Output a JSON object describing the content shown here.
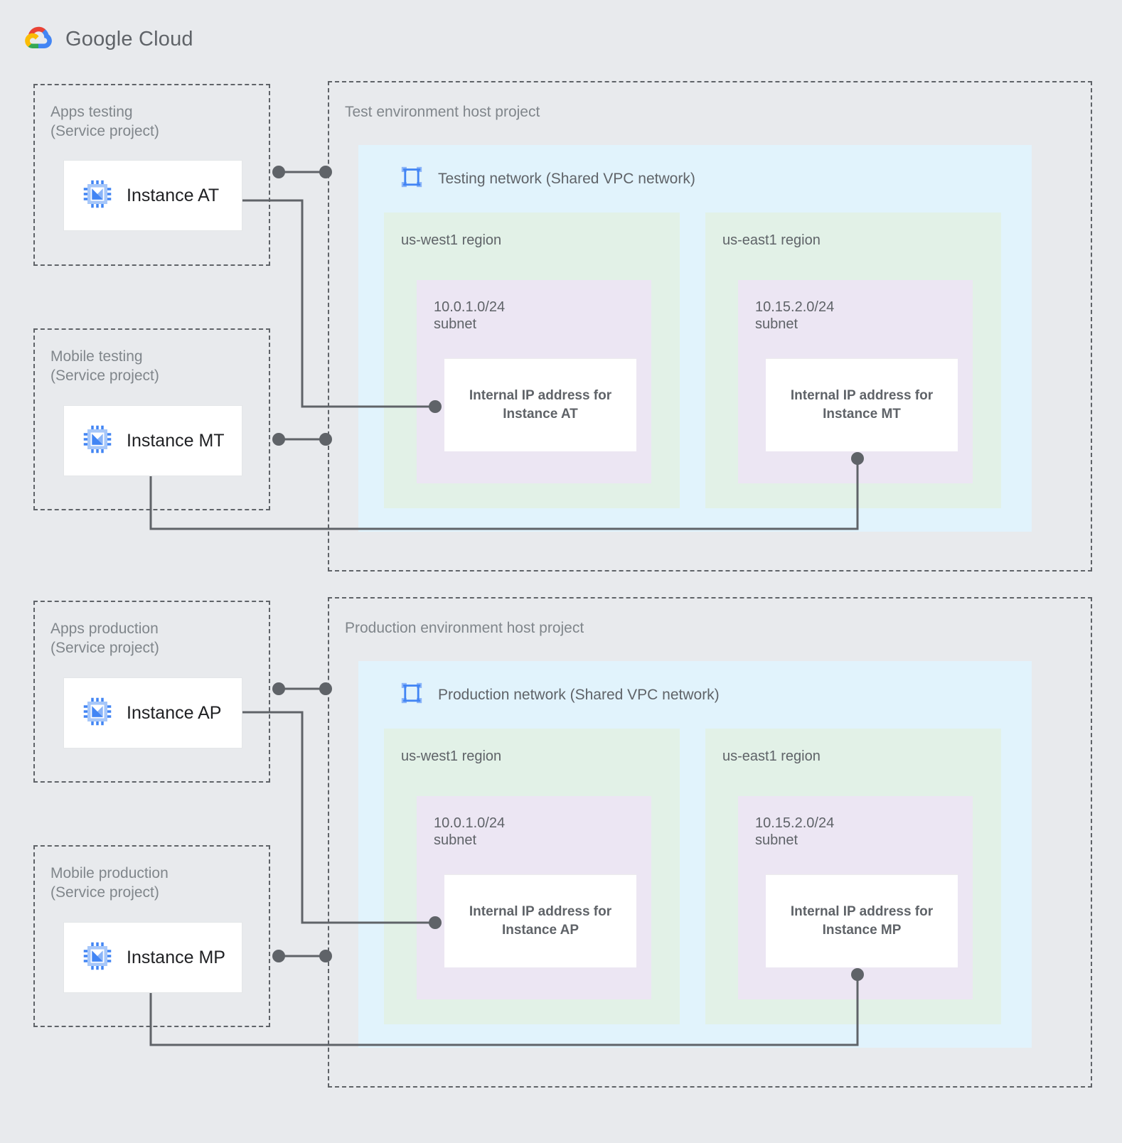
{
  "brand": {
    "logo_icon": "google-cloud-logo-icon",
    "name_part1": "Google",
    "name_part2": "Cloud",
    "colors": {
      "red": "#EA4335",
      "blue": "#4285F4",
      "yellow": "#FBBC05",
      "green": "#34A853",
      "text": "#5F6368",
      "page_background": "#E8EAED",
      "network_fill": "#E1F3FC",
      "region_fill": "#E2F1E7",
      "subnet_fill": "#ECE6F3",
      "card_fill": "#FFFFFF",
      "connector": "#5F6368",
      "vm_icon": "#4285F4"
    }
  },
  "service_projects": [
    {
      "id": "apps-testing",
      "name": "Apps testing",
      "kind": "(Service project)",
      "instance": {
        "label": "Instance AT",
        "icon": "vm-instance-icon"
      }
    },
    {
      "id": "mobile-testing",
      "name": "Mobile testing",
      "kind": "(Service project)",
      "instance": {
        "label": "Instance MT",
        "icon": "vm-instance-icon"
      }
    },
    {
      "id": "apps-production",
      "name": "Apps production",
      "kind": "(Service project)",
      "instance": {
        "label": "Instance AP",
        "icon": "vm-instance-icon"
      }
    },
    {
      "id": "mobile-production",
      "name": "Mobile production",
      "kind": "(Service project)",
      "instance": {
        "label": "Instance MP",
        "icon": "vm-instance-icon"
      }
    }
  ],
  "host_projects": [
    {
      "id": "test-env",
      "title": "Test environment host project",
      "network": {
        "title": "Testing network (Shared VPC network)",
        "icon": "vpc-network-icon",
        "regions": [
          {
            "name": "us-west1 region",
            "subnet": {
              "cidr": "10.0.1.0/24",
              "kind": "subnet",
              "ip_reservation": {
                "line1": "Internal IP address for",
                "line2": "Instance AT"
              }
            }
          },
          {
            "name": "us-east1 region",
            "subnet": {
              "cidr": "10.15.2.0/24",
              "kind": "subnet",
              "ip_reservation": {
                "line1": "Internal IP address for",
                "line2": "Instance MT"
              }
            }
          }
        ]
      }
    },
    {
      "id": "prod-env",
      "title": "Production environment host project",
      "network": {
        "title": "Production network (Shared VPC network)",
        "icon": "vpc-network-icon",
        "regions": [
          {
            "name": "us-west1 region",
            "subnet": {
              "cidr": "10.0.1.0/24",
              "kind": "subnet",
              "ip_reservation": {
                "line1": "Internal IP address for",
                "line2": "Instance AP"
              }
            }
          },
          {
            "name": "us-east1 region",
            "subnet": {
              "cidr": "10.15.2.0/24",
              "kind": "subnet",
              "ip_reservation": {
                "line1": "Internal IP address for",
                "line2": "Instance MP"
              }
            }
          }
        ]
      }
    }
  ],
  "connectors": [
    {
      "id": "at-attach",
      "from": "apps-testing",
      "to": "test-env-boundary"
    },
    {
      "id": "at-to-ip",
      "from": "Instance AT",
      "to": "Internal IP address for Instance AT"
    },
    {
      "id": "mt-attach",
      "from": "mobile-testing",
      "to": "test-env-boundary"
    },
    {
      "id": "mt-to-ip",
      "from": "Instance MT",
      "to": "Internal IP address for Instance MT"
    },
    {
      "id": "ap-attach",
      "from": "apps-production",
      "to": "prod-env-boundary"
    },
    {
      "id": "ap-to-ip",
      "from": "Instance AP",
      "to": "Internal IP address for Instance AP"
    },
    {
      "id": "mp-attach",
      "from": "mobile-production",
      "to": "prod-env-boundary"
    },
    {
      "id": "mp-to-ip",
      "from": "Instance MP",
      "to": "Internal IP address for Instance MP"
    }
  ]
}
